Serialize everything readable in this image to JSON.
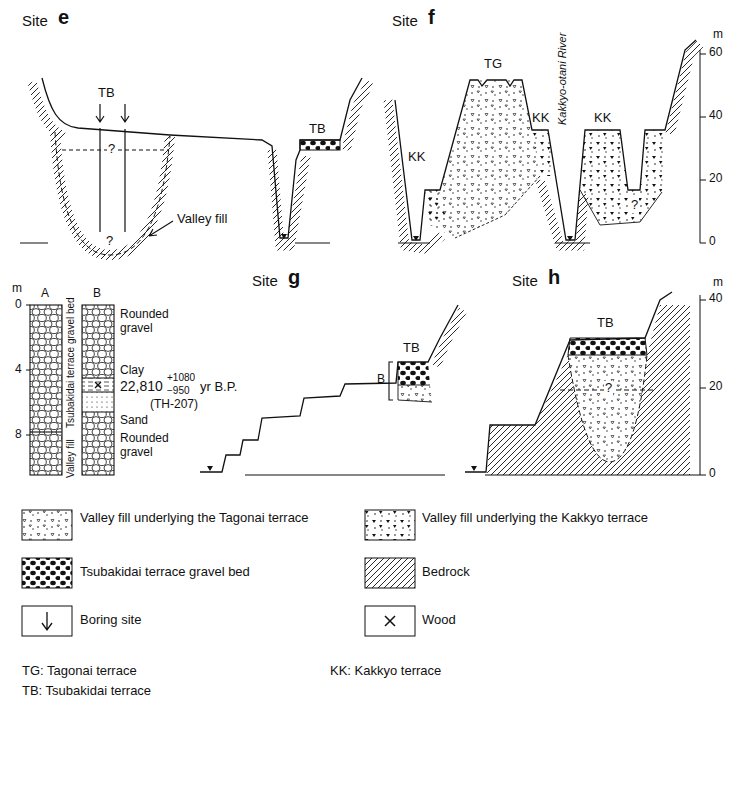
{
  "diagram": {
    "labels": [
      "Site",
      "e",
      "TB",
      "?",
      "?",
      "Valley fill",
      "TB",
      "Site",
      "f",
      "TG",
      "KK",
      "Kakkyo-otani River",
      "KK",
      "KK",
      "?",
      "m",
      "60",
      "40",
      "20",
      "0",
      "m",
      "0",
      "4",
      "8",
      "A",
      "B",
      "Tsubakidai terrace gravel bed",
      "Valley fill",
      "Rounded gravel",
      "Clay",
      "22,810",
      "+1080",
      "−950",
      "yr B.P.",
      "(TH-207)",
      "Sand",
      "Rounded gravel",
      "Site",
      "g",
      "TB",
      "B",
      "Site",
      "h",
      "TB",
      "?",
      "m",
      "40",
      "20",
      "0",
      "TG: Tagonai terrace",
      "KK: Kakkyo terrace",
      "TB: Tsubakidai terrace"
    ],
    "legend": [
      {
        "text": "Valley fill underlying the Tagonai terrace"
      },
      {
        "text": "Valley fill underlying the Kakkyo terrace"
      },
      {
        "text": "Tsubakidai terrace gravel bed"
      },
      {
        "text": "Bedrock"
      },
      {
        "text": "Boring site"
      },
      {
        "text": "Wood"
      }
    ]
  }
}
